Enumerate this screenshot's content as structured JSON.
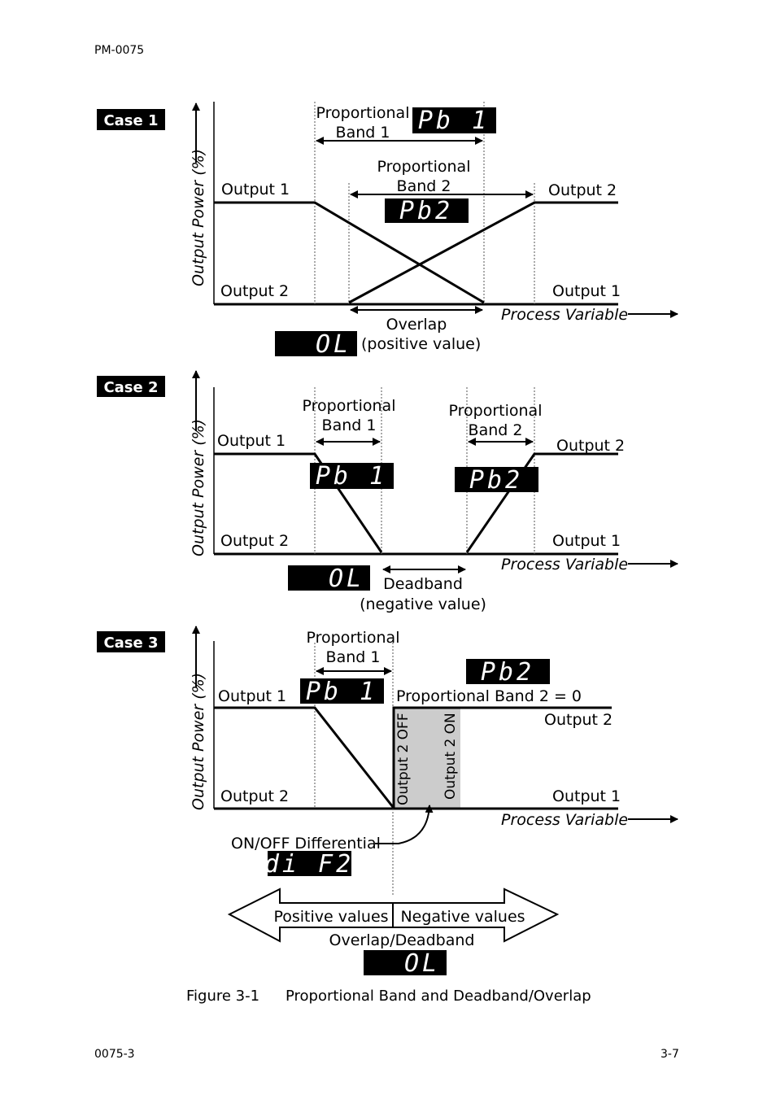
{
  "header": {
    "doc_code": "PM-0075"
  },
  "footer": {
    "left": "0075-3",
    "right": "3-7"
  },
  "common": {
    "y_axis_label": "Output Power (%)",
    "x_axis_label": "Process Variable",
    "output1": "Output 1",
    "output2": "Output 2"
  },
  "case1": {
    "badge": "Case 1",
    "pb1_line1": "Proportional",
    "pb1_line2": "Band 1",
    "pb1_display": "Pb 1",
    "pb2_line1": "Proportional",
    "pb2_line2": "Band 2",
    "pb2_display": "Pb2",
    "overlap_label": "Overlap",
    "ol_display": "OL",
    "ol_note": "(positive value)"
  },
  "case2": {
    "badge": "Case 2",
    "pb1_line1": "Proportional",
    "pb1_line2": "Band 1",
    "pb1_display": "Pb 1",
    "pb2_line1": "Proportional",
    "pb2_line2": "Band 2",
    "pb2_display": "Pb2",
    "ol_display": "OL",
    "deadband_label": "Deadband",
    "deadband_note": "(negative value)"
  },
  "case3": {
    "badge": "Case 3",
    "pb1_line1": "Proportional",
    "pb1_line2": "Band 1",
    "pb1_display": "Pb 1",
    "pb2_display": "Pb2",
    "pb2_zero": "Proportional Band 2 = 0",
    "out2_off": "Output 2 OFF",
    "out2_on": "Output 2 ON",
    "onoff_label": "ON/OFF Differential",
    "dif_display": "di F2"
  },
  "bottom": {
    "positive": "Positive values",
    "negative": "Negative values",
    "overlap_deadband": "Overlap/Deadband",
    "ol_display": "OL"
  },
  "caption": {
    "number": "Figure 3-1",
    "title": "Proportional Band and Deadband/Overlap"
  },
  "colors": {
    "display_bg": "#000000",
    "display_fg": "#ffffff",
    "shade": "#cccccc"
  }
}
